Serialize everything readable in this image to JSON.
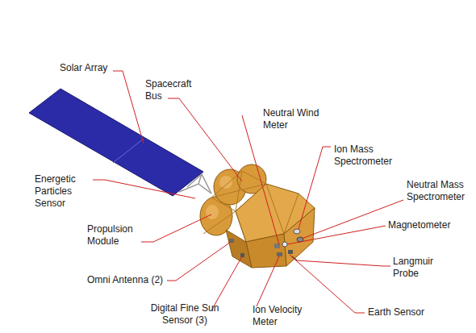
{
  "diagram": {
    "labels": [
      "Solar Array",
      "Spacecraft Bus",
      "Neutral Wind Meter",
      "Ion Mass Spectrometer",
      "Energetic Particles Sensor",
      "Neutral Mass Spectrometer",
      "Magnetometer",
      "Propulsion Module",
      "Langmuir Probe",
      "Omni Antenna (2)",
      "Earth Sensor",
      "Digital Fine Sun Sensor (3)",
      "Ion Velocity Meter"
    ]
  }
}
